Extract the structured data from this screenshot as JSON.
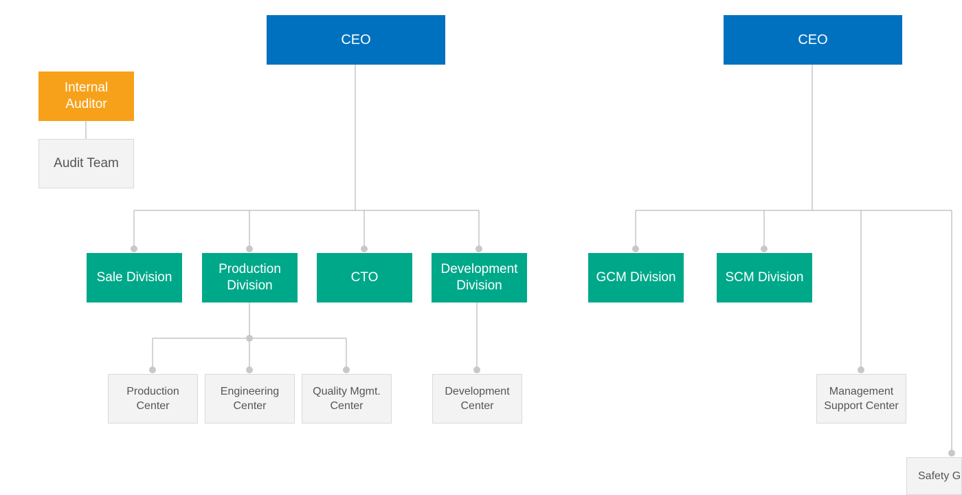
{
  "colors": {
    "ceo": "#0071bf",
    "auditor": "#f7a11a",
    "division": "#00a88a",
    "center_fill": "#f3f3f3",
    "connector": "#aaaaaa",
    "node_dot": "#c8c8c8"
  },
  "left_chart": {
    "ceo": "CEO",
    "internal_auditor": "Internal\nAuditor",
    "audit_team": "Audit Team",
    "divisions": [
      "Sale Division",
      "Production\nDivision",
      "CTO",
      "Development\nDivision"
    ],
    "production_centers": [
      "Production\nCenter",
      "Engineering\nCenter",
      "Quality Mgmt.\nCenter"
    ],
    "development_center": "Development\nCenter"
  },
  "right_chart": {
    "ceo": "CEO",
    "divisions": [
      "GCM Division",
      "SCM Division"
    ],
    "management_center": "Management\nSupport Center",
    "safety_partial": "Safety G"
  }
}
